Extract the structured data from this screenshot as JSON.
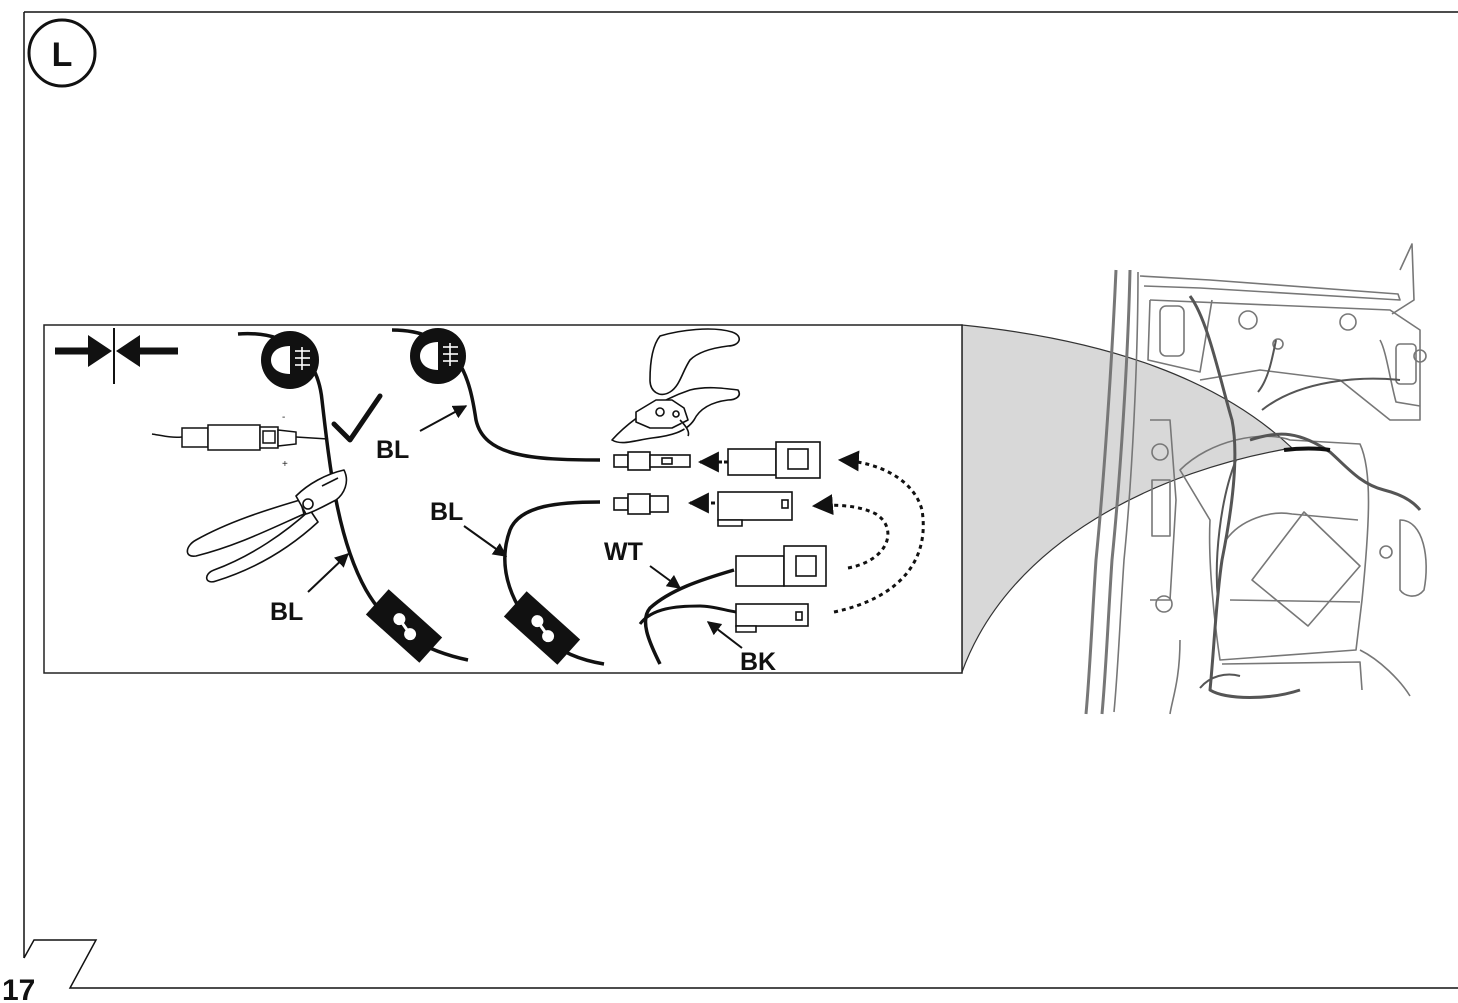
{
  "page": {
    "step_letter": "L",
    "page_number": "17"
  },
  "labels": {
    "bl_1": "BL",
    "bl_2": "BL",
    "bl_3": "BL",
    "wt": "WT",
    "bk": "BK",
    "minus": "-",
    "plus": "+"
  },
  "colors": {
    "ink": "#111111",
    "car_line": "#777777",
    "callout_fill": "#d8d8d8"
  }
}
